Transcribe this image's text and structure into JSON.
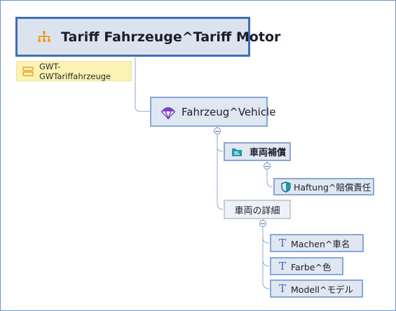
{
  "diagram": {
    "root": {
      "label": "Tariff Fahrzeuge^Tariff Motor",
      "icon": "hierarchy-icon"
    },
    "note": {
      "label": "GWT-GWTariffahrzeuge",
      "icon": "list-icon"
    },
    "vehicle": {
      "label": "Fahrzeug^Vehicle",
      "icon": "parachute-icon"
    },
    "compensation": {
      "label": "車両補償",
      "icon": "folder-icon"
    },
    "liability": {
      "label": "Haftung^賠償責任",
      "icon": "shield-icon"
    },
    "details": {
      "label": "車両の詳細"
    },
    "leaves": [
      {
        "label": "Machen^車名",
        "icon": "text-icon",
        "glyph": "T"
      },
      {
        "label": "Farbe^色",
        "icon": "text-icon",
        "glyph": "T"
      },
      {
        "label": "Modell^モデル",
        "icon": "text-icon",
        "glyph": "T"
      }
    ],
    "colors": {
      "root_border": "#3f6fb5",
      "node_border": "#87a7d6",
      "node_fill": "#e0e7f1",
      "note_fill": "#fbf3b3",
      "accent": "#3d66c9",
      "icon_orange": "#f0a030",
      "icon_purple": "#7b3fc4",
      "icon_teal": "#1a9aa8"
    }
  }
}
